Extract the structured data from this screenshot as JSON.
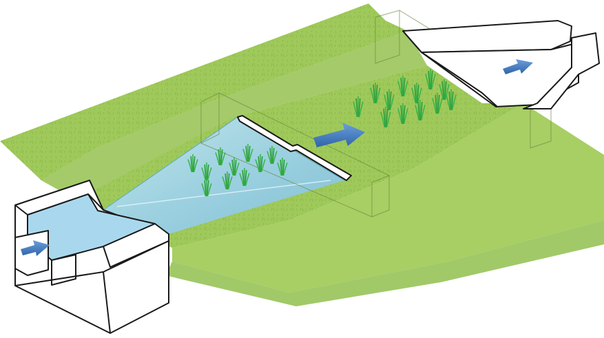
{
  "diagram": {
    "colors": {
      "grass": "#9fc95a",
      "grass_dark": "#86b544",
      "grass_light": "#b6d774",
      "water": "#a9d8ee",
      "water_deep": "#7fc2e4",
      "structure_fill": "#ffffff",
      "structure_stroke": "#1a1a1a",
      "arrow": "#4a82c6",
      "reed": "#39b54a"
    },
    "flow_arrows": [
      {
        "name": "inlet-flow-arrow",
        "direction": "right"
      },
      {
        "name": "wetland-flow-arrow",
        "direction": "right"
      },
      {
        "name": "outlet-flow-arrow",
        "direction": "right"
      }
    ],
    "components": [
      "inlet-structure",
      "forebay-pool",
      "weir-wall",
      "vegetated-channel",
      "check-dam",
      "outlet-structure"
    ]
  }
}
